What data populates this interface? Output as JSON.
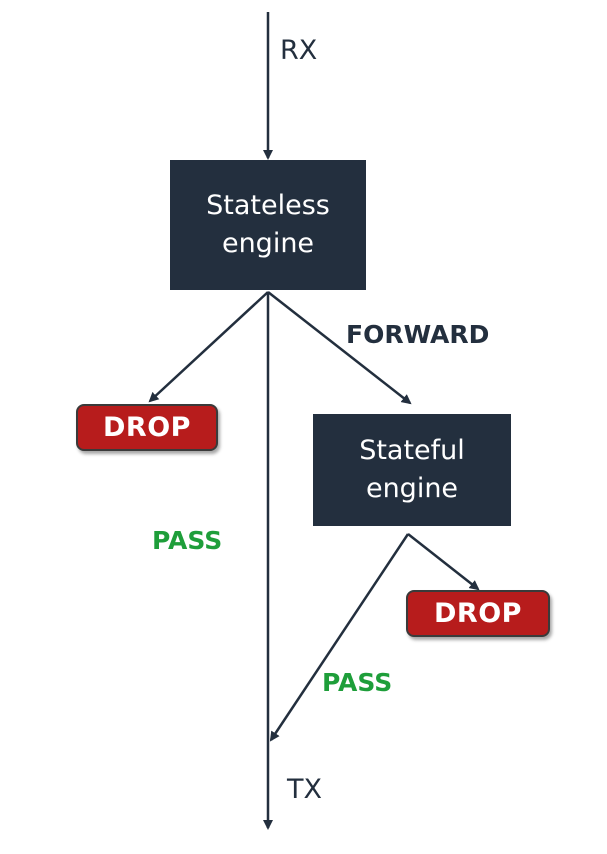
{
  "labels": {
    "rx": "RX",
    "tx": "TX",
    "forward": "FORWARD",
    "pass_left": "PASS",
    "pass_right": "PASS"
  },
  "nodes": {
    "stateless": "Stateless\nengine",
    "stateful": "Stateful\nengine",
    "drop_left": "DROP",
    "drop_right": "DROP"
  },
  "colors": {
    "engine_box": "#232f3e",
    "drop_box": "#b71c1c",
    "pass_text": "#1e9e3a",
    "line": "#232f3e"
  }
}
